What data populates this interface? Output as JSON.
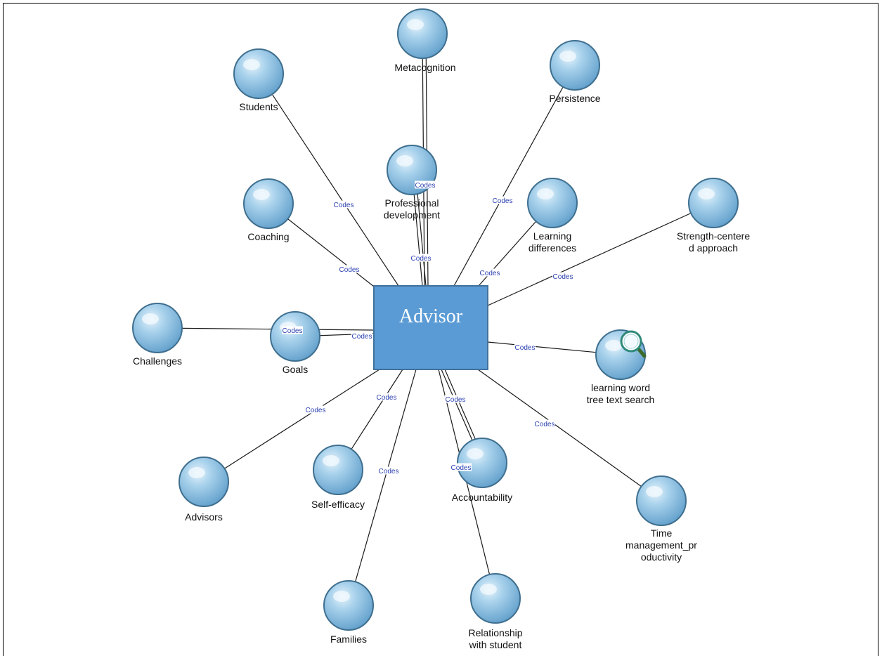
{
  "center": {
    "label": "Advisor",
    "fill": "#5b9bd5",
    "stroke": "#41719c"
  },
  "edge_label": "Codes",
  "colors": {
    "node_light": "#d9ecf8",
    "node_mid": "#8fc3e4",
    "node_dark": "#4a8fc0",
    "node_stroke": "#3f6f8f",
    "edge_text": "#2a3fb0"
  },
  "nodes": [
    {
      "id": "metacognition",
      "lines": [
        "Metacognition"
      ]
    },
    {
      "id": "students",
      "lines": [
        "Students"
      ]
    },
    {
      "id": "persistence",
      "lines": [
        "Persistence"
      ]
    },
    {
      "id": "professional-development",
      "lines": [
        "Professional",
        "development"
      ]
    },
    {
      "id": "coaching",
      "lines": [
        "Coaching"
      ]
    },
    {
      "id": "learning-differences",
      "lines": [
        "Learning",
        "differences"
      ]
    },
    {
      "id": "strength-centered-approach",
      "lines": [
        "Strength-centere",
        "d approach"
      ]
    },
    {
      "id": "challenges",
      "lines": [
        "Challenges"
      ]
    },
    {
      "id": "goals",
      "lines": [
        "Goals"
      ]
    },
    {
      "id": "learning-word-tree-text-search",
      "lines": [
        "learning word",
        "tree text search"
      ],
      "icon": "magnifier-icon"
    },
    {
      "id": "advisors",
      "lines": [
        "Advisors"
      ]
    },
    {
      "id": "self-efficacy",
      "lines": [
        "Self-efficacy"
      ]
    },
    {
      "id": "accountability",
      "lines": [
        "Accountability"
      ]
    },
    {
      "id": "time-management-productivity",
      "lines": [
        "Time",
        "management_pr",
        "oductivity"
      ]
    },
    {
      "id": "families",
      "lines": [
        "Families"
      ]
    },
    {
      "id": "relationship-with-student",
      "lines": [
        "Relationship",
        "with student"
      ]
    }
  ]
}
